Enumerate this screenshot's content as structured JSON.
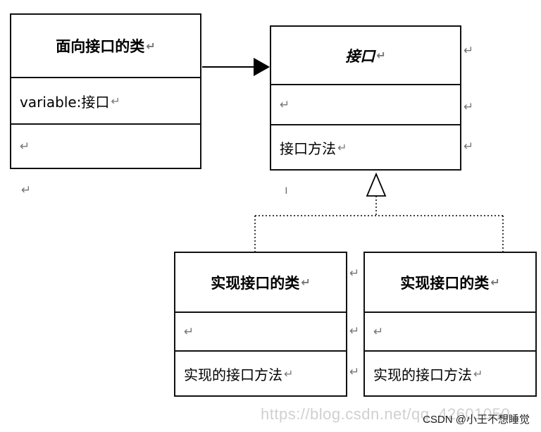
{
  "left_class": {
    "title": "面向接口的类",
    "attribute": "variable:接口",
    "method": ""
  },
  "interface": {
    "title": "接口",
    "attribute": "",
    "method": "接口方法"
  },
  "impl_left": {
    "title": "实现接口的类",
    "attribute": "",
    "method": "实现的接口方法"
  },
  "impl_right": {
    "title": "实现接口的类",
    "attribute": "",
    "method": "实现的接口方法"
  },
  "marks": {
    "return": "↵",
    "dangling": "↵",
    "pipe": "ı"
  },
  "watermark": "https://blog.csdn.net/qq_42601050",
  "footer": "CSDN @小王不想睡觉"
}
